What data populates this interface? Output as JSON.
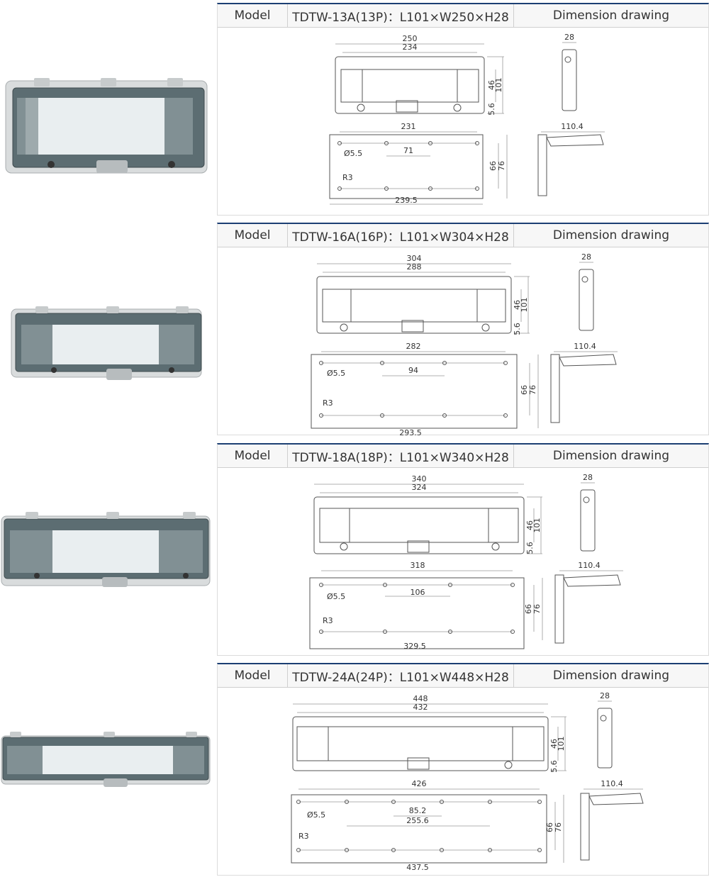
{
  "colors": {
    "accent": "#1c3f73",
    "border": "#dcdcdc",
    "header_bg": "#f7f7f7"
  },
  "models": [
    {
      "header": {
        "model_label": "Model",
        "name": "TDTW-13A(13P)：L101×W250×H28",
        "drawing_label": "Dimension drawing"
      },
      "dims": {
        "outer_w": "250",
        "inner_w": "234",
        "h46": "46",
        "h101": "101",
        "h56": "5.6",
        "side_w": "28",
        "mount_w": "231",
        "hole_d": "Ø5.5",
        "span1": "71",
        "span2": "",
        "r3": "R3",
        "h66": "66",
        "h76": "76",
        "base_w": "239.5",
        "hinge_w": "110.4"
      }
    },
    {
      "header": {
        "model_label": "Model",
        "name": "TDTW-16A(16P)：L101×W304×H28",
        "drawing_label": "Dimension drawing"
      },
      "dims": {
        "outer_w": "304",
        "inner_w": "288",
        "h46": "46",
        "h101": "101",
        "h56": "5.6",
        "side_w": "28",
        "mount_w": "282",
        "hole_d": "Ø5.5",
        "span1": "94",
        "span2": "",
        "r3": "R3",
        "h66": "66",
        "h76": "76",
        "base_w": "293.5",
        "hinge_w": "110.4"
      }
    },
    {
      "header": {
        "model_label": "Model",
        "name": "TDTW-18A(18P)：L101×W340×H28",
        "drawing_label": "Dimension drawing"
      },
      "dims": {
        "outer_w": "340",
        "inner_w": "324",
        "h46": "46",
        "h101": "101",
        "h56": "5.6",
        "side_w": "28",
        "mount_w": "318",
        "hole_d": "Ø5.5",
        "span1": "106",
        "span2": "",
        "r3": "R3",
        "h66": "66",
        "h76": "76",
        "base_w": "329.5",
        "hinge_w": "110.4"
      }
    },
    {
      "header": {
        "model_label": "Model",
        "name": "TDTW-24A(24P)：L101×W448×H28",
        "drawing_label": "Dimension drawing"
      },
      "dims": {
        "outer_w": "448",
        "inner_w": "432",
        "h46": "46",
        "h101": "101",
        "h56": "5.6",
        "side_w": "28",
        "mount_w": "426",
        "hole_d": "Ø5.5",
        "span1": "85.2",
        "span2": "255.6",
        "r3": "R3",
        "h66": "66",
        "h76": "76",
        "base_w": "437.5",
        "hinge_w": "110.4"
      }
    }
  ]
}
